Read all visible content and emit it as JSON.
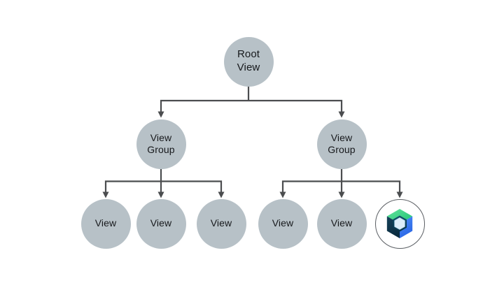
{
  "colors": {
    "node-fill": "#b7c1c7",
    "line": "#4b4d4f",
    "text": "#17191c",
    "logo-ring": "#5a5e63",
    "logo-green-light": "#62e19c",
    "logo-green-dark": "#1ec474",
    "logo-blue-light": "#4c8cf8",
    "logo-blue-dark": "#2b67e5",
    "logo-navy-light": "#16425a",
    "logo-navy-dark": "#0a2c3f",
    "logo-hole-light": "#11506a",
    "logo-hole-dark": "#0a3448",
    "logo-center-fill": "#ddeef9",
    "logo-center-edge": "#b9dcef"
  },
  "diagram": {
    "nodes": {
      "root": {
        "label": "Root\nView"
      },
      "group_left": {
        "label": "View\nGroup"
      },
      "group_right": {
        "label": "View\nGroup"
      },
      "view_1": {
        "label": "View"
      },
      "view_2": {
        "label": "View"
      },
      "view_3": {
        "label": "View"
      },
      "view_4": {
        "label": "View"
      },
      "view_5": {
        "label": "View"
      },
      "compose": {
        "icon": "jetpack-compose-logo"
      }
    }
  }
}
